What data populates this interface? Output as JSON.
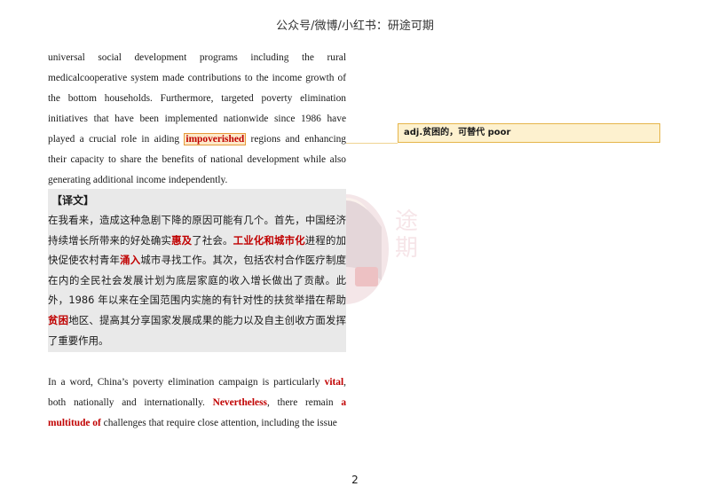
{
  "header": {
    "text": "公众号/微博/小红书：研途可期"
  },
  "paragraph1": {
    "before": "universal social development programs including the rural medicalcooperative system made contributions to the income growth of the bottom households. Furthermore, targeted poverty elimination initiatives that have been implemented nationwide since 1986 have played a crucial role in aiding ",
    "highlight": "impoverished",
    "after": " regions and enhancing their capacity to share the benefits of national development while also generating additional income independently."
  },
  "translation": {
    "title": "【译文】",
    "s1": "在我看来，造成这种急剧下降的原因可能有几个。首先，中国经济持续增长所带来的好处确实",
    "k1": "惠及",
    "s2": "了社会。",
    "k2": "工业化和城市化",
    "s3": "进程的加快促使农村青年",
    "k3": "涌入",
    "s4": "城市寻找工作。其次，包括农村合作医疗制度在内的全民社会发展计划为底层家庭的收入增长做出了贡献。此外，1986 年以来在全国范围内实施的有针对性的扶贫举措在帮助",
    "k4": "贫困",
    "s5": "地区、提高其分享国家发展成果的能力以及自主创收方面发挥了重要作用。"
  },
  "paragraph2": {
    "t1": "In a word, China’s poverty elimination campaign is particularly ",
    "k1": "vital",
    "t2": ", both nationally and internationally. ",
    "k2": "Nevertheless",
    "t3": ", there remain ",
    "k3": "a multitude of",
    "t4": " challenges that require close attention, including the issue"
  },
  "comment": {
    "text": "adj.贫困的，可替代 poor"
  },
  "watermark": {
    "text": "研途可期"
  },
  "page": {
    "number": "2"
  },
  "colors": {
    "keyword": "#c00000",
    "translation_bg": "#e9e9e9",
    "comment_bg": "#fdf1cf",
    "comment_border": "#e5b54a"
  }
}
